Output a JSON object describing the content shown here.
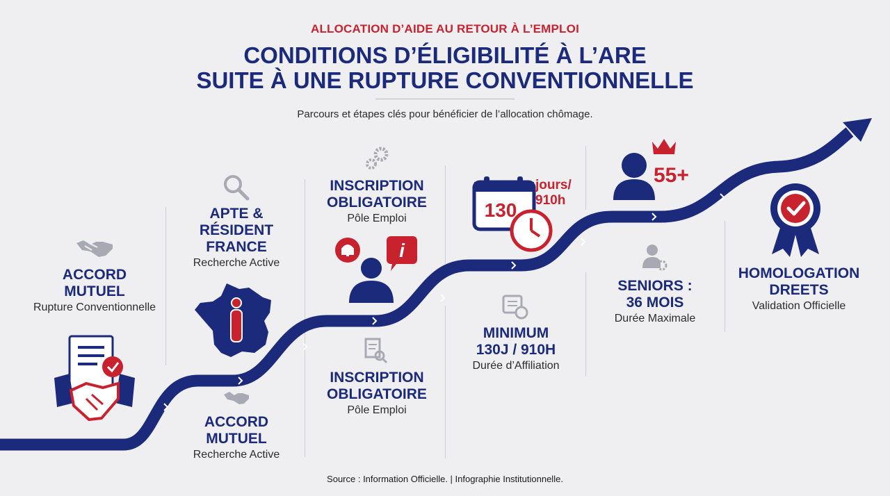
{
  "header": {
    "kicker": "ALLOCATION D’AIDE AU RETOUR À L’EMPLOI",
    "title_line1": "CONDITIONS D’ÉLIGIBILITÉ À L’ARE",
    "title_line2": "SUITE À UNE RUPTURE CONVENTIONNELLE",
    "subtitle": "Parcours et étapes clés pour bénéficier de l’allocation chômage."
  },
  "steps": {
    "accord_top": {
      "title": "ACCORD\nMUTUEL",
      "sub": "Rupture Conventionnelle",
      "icon": "handshake-icon"
    },
    "accord_bottom": {
      "title": "ACCORD\nMUTUEL",
      "sub": "Recherche Active",
      "icon": "handshake-icon"
    },
    "apte": {
      "title": "APTE &\nRÉSIDENT\nFRANCE",
      "sub": "Recherche Active",
      "icon": "magnifier-icon"
    },
    "inscription_top": {
      "title": "INSCRIPTION\nOBLIGATOIRE",
      "sub": "Pôle Emploi",
      "icon": "gears-icon"
    },
    "inscription_bottom": {
      "title": "INSCRIPTION\nOBLIGATOIRE",
      "sub": "Pôle Emploi",
      "icon": "document-search-icon"
    },
    "minimum": {
      "title": "MINIMUM\n130J / 910H",
      "sub": "Durée d’Affiliation",
      "icon": "calendar-clock-icon"
    },
    "seniors": {
      "title": "SENIORS :\n36 MOIS",
      "sub": "Durée Maximale",
      "icon": "user-gear-icon"
    },
    "homologation": {
      "title": "HOMOLOGATION\nDREETS",
      "sub": "Validation Officielle",
      "icon": "award-badge-icon"
    }
  },
  "illustrations": {
    "calendar_number": "130",
    "calendar_text_line1": "jours/",
    "calendar_text_line2": "910h",
    "seniors_badge": "55+"
  },
  "footer": {
    "source": "Source : Information Officielle. | Infographie Institutionnelle."
  },
  "colors": {
    "navy": "#1b2a7a",
    "red": "#c8222f",
    "background": "#efeff1"
  }
}
